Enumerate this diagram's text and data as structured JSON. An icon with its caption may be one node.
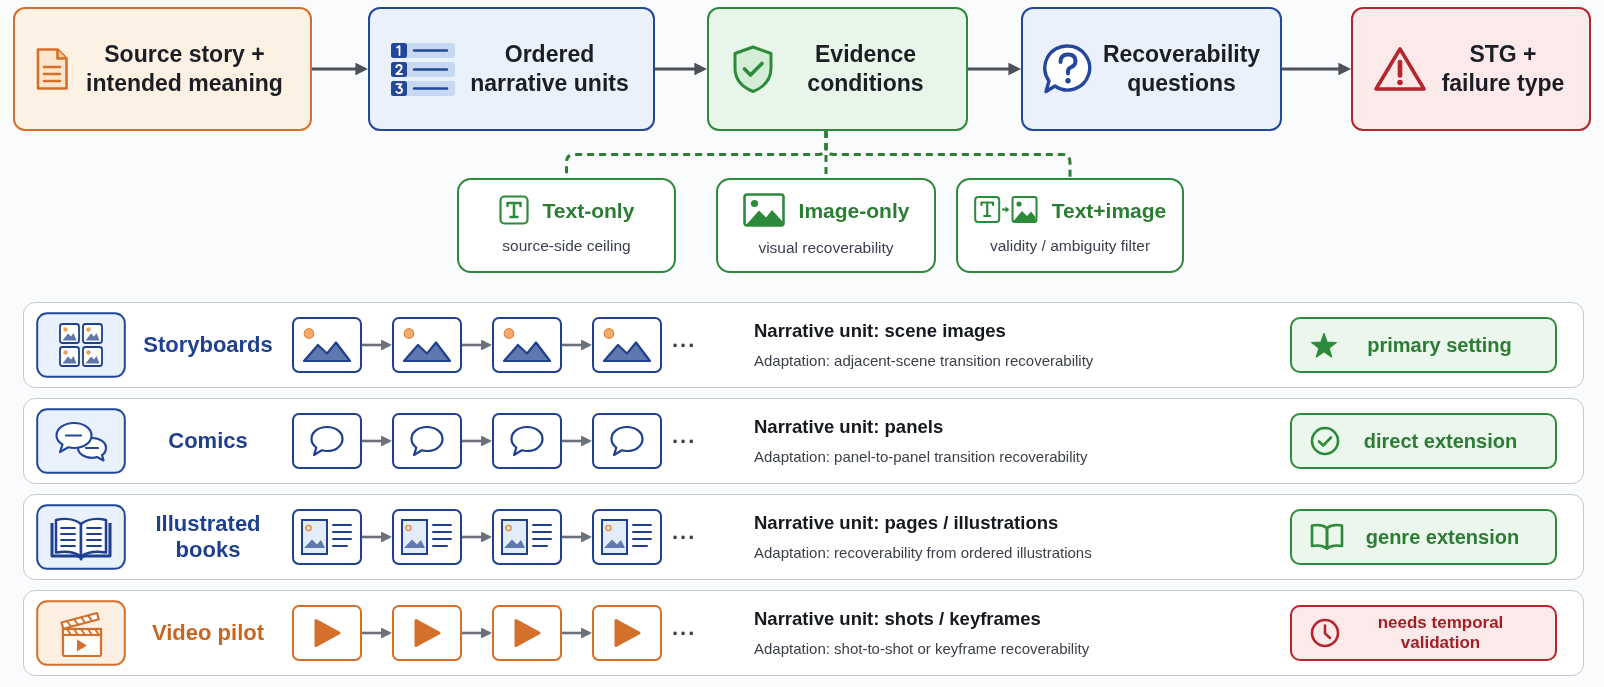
{
  "diagram": {
    "nodes": [
      {
        "text": [
          "Source story + intended meaning"
        ]
      },
      {
        "text": [
          "Ordered narrative units"
        ]
      },
      {
        "text": [
          "Evidence conditions"
        ]
      },
      {
        "text": [
          "Recoverability questions"
        ]
      },
      {
        "text": [
          "STG + failure type"
        ]
      },
      {
        "text": [
          "Text-only",
          "source-side ceiling"
        ]
      },
      {
        "text": [
          "Image-only",
          "visual recoverability"
        ]
      },
      {
        "text": [
          "Text+image",
          "validity / ambiguity filter"
        ]
      },
      {
        "text": [
          "Storyboards",
          "Narrative unit: scene images",
          "Adaptation: adjacent-scene transition recoverability"
        ]
      },
      {
        "text": [],
        "shape": "picture",
        "in": 8
      },
      {
        "text": [],
        "shape": "picture",
        "in": 8
      },
      {
        "text": [],
        "shape": "picture",
        "in": 8
      },
      {
        "text": [],
        "shape": "picture",
        "in": 8,
        "beside": [
          "..."
        ]
      },
      {
        "text": [
          "primary setting"
        ],
        "in": 8
      },
      {
        "text": [
          "Comics",
          "Narrative unit: panels",
          "Adaptation: panel-to-panel transition recoverability"
        ]
      },
      {
        "text": [],
        "shape": "picture",
        "in": 14
      },
      {
        "text": [],
        "shape": "picture",
        "in": 14
      },
      {
        "text": [],
        "shape": "picture",
        "in": 14
      },
      {
        "text": [],
        "shape": "picture",
        "in": 14,
        "beside": [
          "..."
        ]
      },
      {
        "text": [
          "direct extension"
        ],
        "in": 14
      },
      {
        "text": [
          "Illustrated books",
          "Narrative unit: pages / illustrations",
          "Adaptation: recoverability from ordered illustrations"
        ]
      },
      {
        "text": [],
        "shape": "picture",
        "in": 20
      },
      {
        "text": [],
        "shape": "picture",
        "in": 20
      },
      {
        "text": [],
        "shape": "picture",
        "in": 20
      },
      {
        "text": [],
        "shape": "picture",
        "in": 20,
        "beside": [
          "..."
        ]
      },
      {
        "text": [
          "genre extension"
        ],
        "in": 20
      },
      {
        "text": [
          "Video pilot",
          "Narrative unit: shots / keyframes",
          "Adaptation: shot-to-shot or keyframe recoverability"
        ]
      },
      {
        "text": [],
        "shape": "picture",
        "in": 26
      },
      {
        "text": [],
        "shape": "picture",
        "in": 26
      },
      {
        "text": [],
        "shape": "picture",
        "in": 26
      },
      {
        "text": [],
        "shape": "picture",
        "in": 26,
        "beside": [
          "..."
        ]
      },
      {
        "text": [
          "needs temporal validation"
        ],
        "in": 26
      }
    ],
    "edges": [
      {
        "from": 0,
        "to": 1,
        "arrow": "to"
      },
      {
        "from": 1,
        "to": 2,
        "arrow": "to"
      },
      {
        "from": 2,
        "to": 3,
        "arrow": "to"
      },
      {
        "from": 3,
        "to": 4,
        "arrow": "to"
      },
      {
        "from": 2,
        "to": 5,
        "arrow": "none",
        "style": "dashed",
        "color": "#2e7d32"
      },
      {
        "from": 2,
        "to": 6,
        "arrow": "none",
        "style": "dashed",
        "color": "#2e7d32"
      },
      {
        "from": 2,
        "to": 7,
        "arrow": "none",
        "style": "dashed",
        "color": "#2e7d32"
      },
      {
        "from": 9,
        "to": 10,
        "arrow": "to"
      },
      {
        "from": 10,
        "to": 11,
        "arrow": "to"
      },
      {
        "from": 11,
        "to": 12,
        "arrow": "to"
      },
      {
        "from": 15,
        "to": 16,
        "arrow": "to"
      },
      {
        "from": 16,
        "to": 17,
        "arrow": "to"
      },
      {
        "from": 17,
        "to": 18,
        "arrow": "to"
      },
      {
        "from": 21,
        "to": 22,
        "arrow": "to"
      },
      {
        "from": 22,
        "to": 23,
        "arrow": "to"
      },
      {
        "from": 23,
        "to": 24,
        "arrow": "to"
      },
      {
        "from": 27,
        "to": 28,
        "arrow": "to"
      },
      {
        "from": 28,
        "to": 29,
        "arrow": "to"
      },
      {
        "from": 29,
        "to": 30,
        "arrow": "to"
      }
    ]
  }
}
